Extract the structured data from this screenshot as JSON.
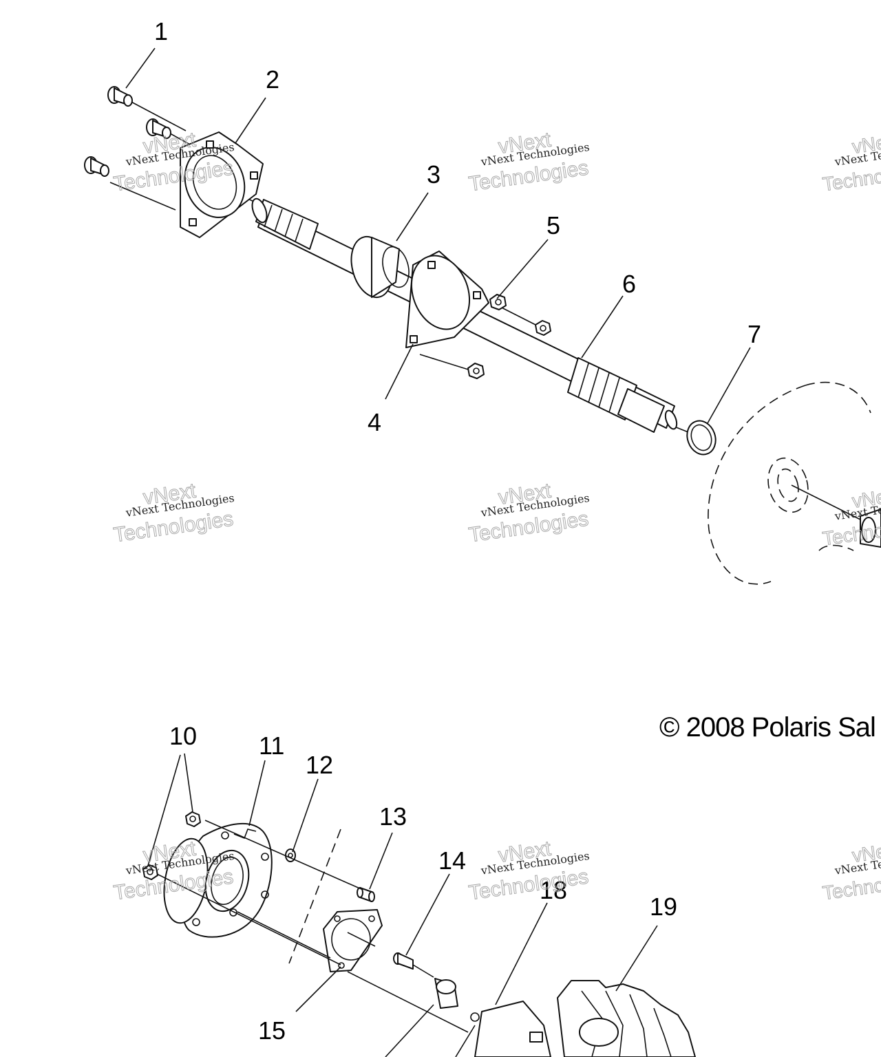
{
  "diagram": {
    "callouts": [
      "1",
      "2",
      "3",
      "4",
      "5",
      "6",
      "7",
      "10",
      "11",
      "12",
      "13",
      "14",
      "15",
      "18",
      "19"
    ],
    "copyright": "© 2008 Polaris Sal",
    "watermark": {
      "line1": "vNext Technologies",
      "line2": "vNext",
      "line3": "Technologies"
    }
  }
}
